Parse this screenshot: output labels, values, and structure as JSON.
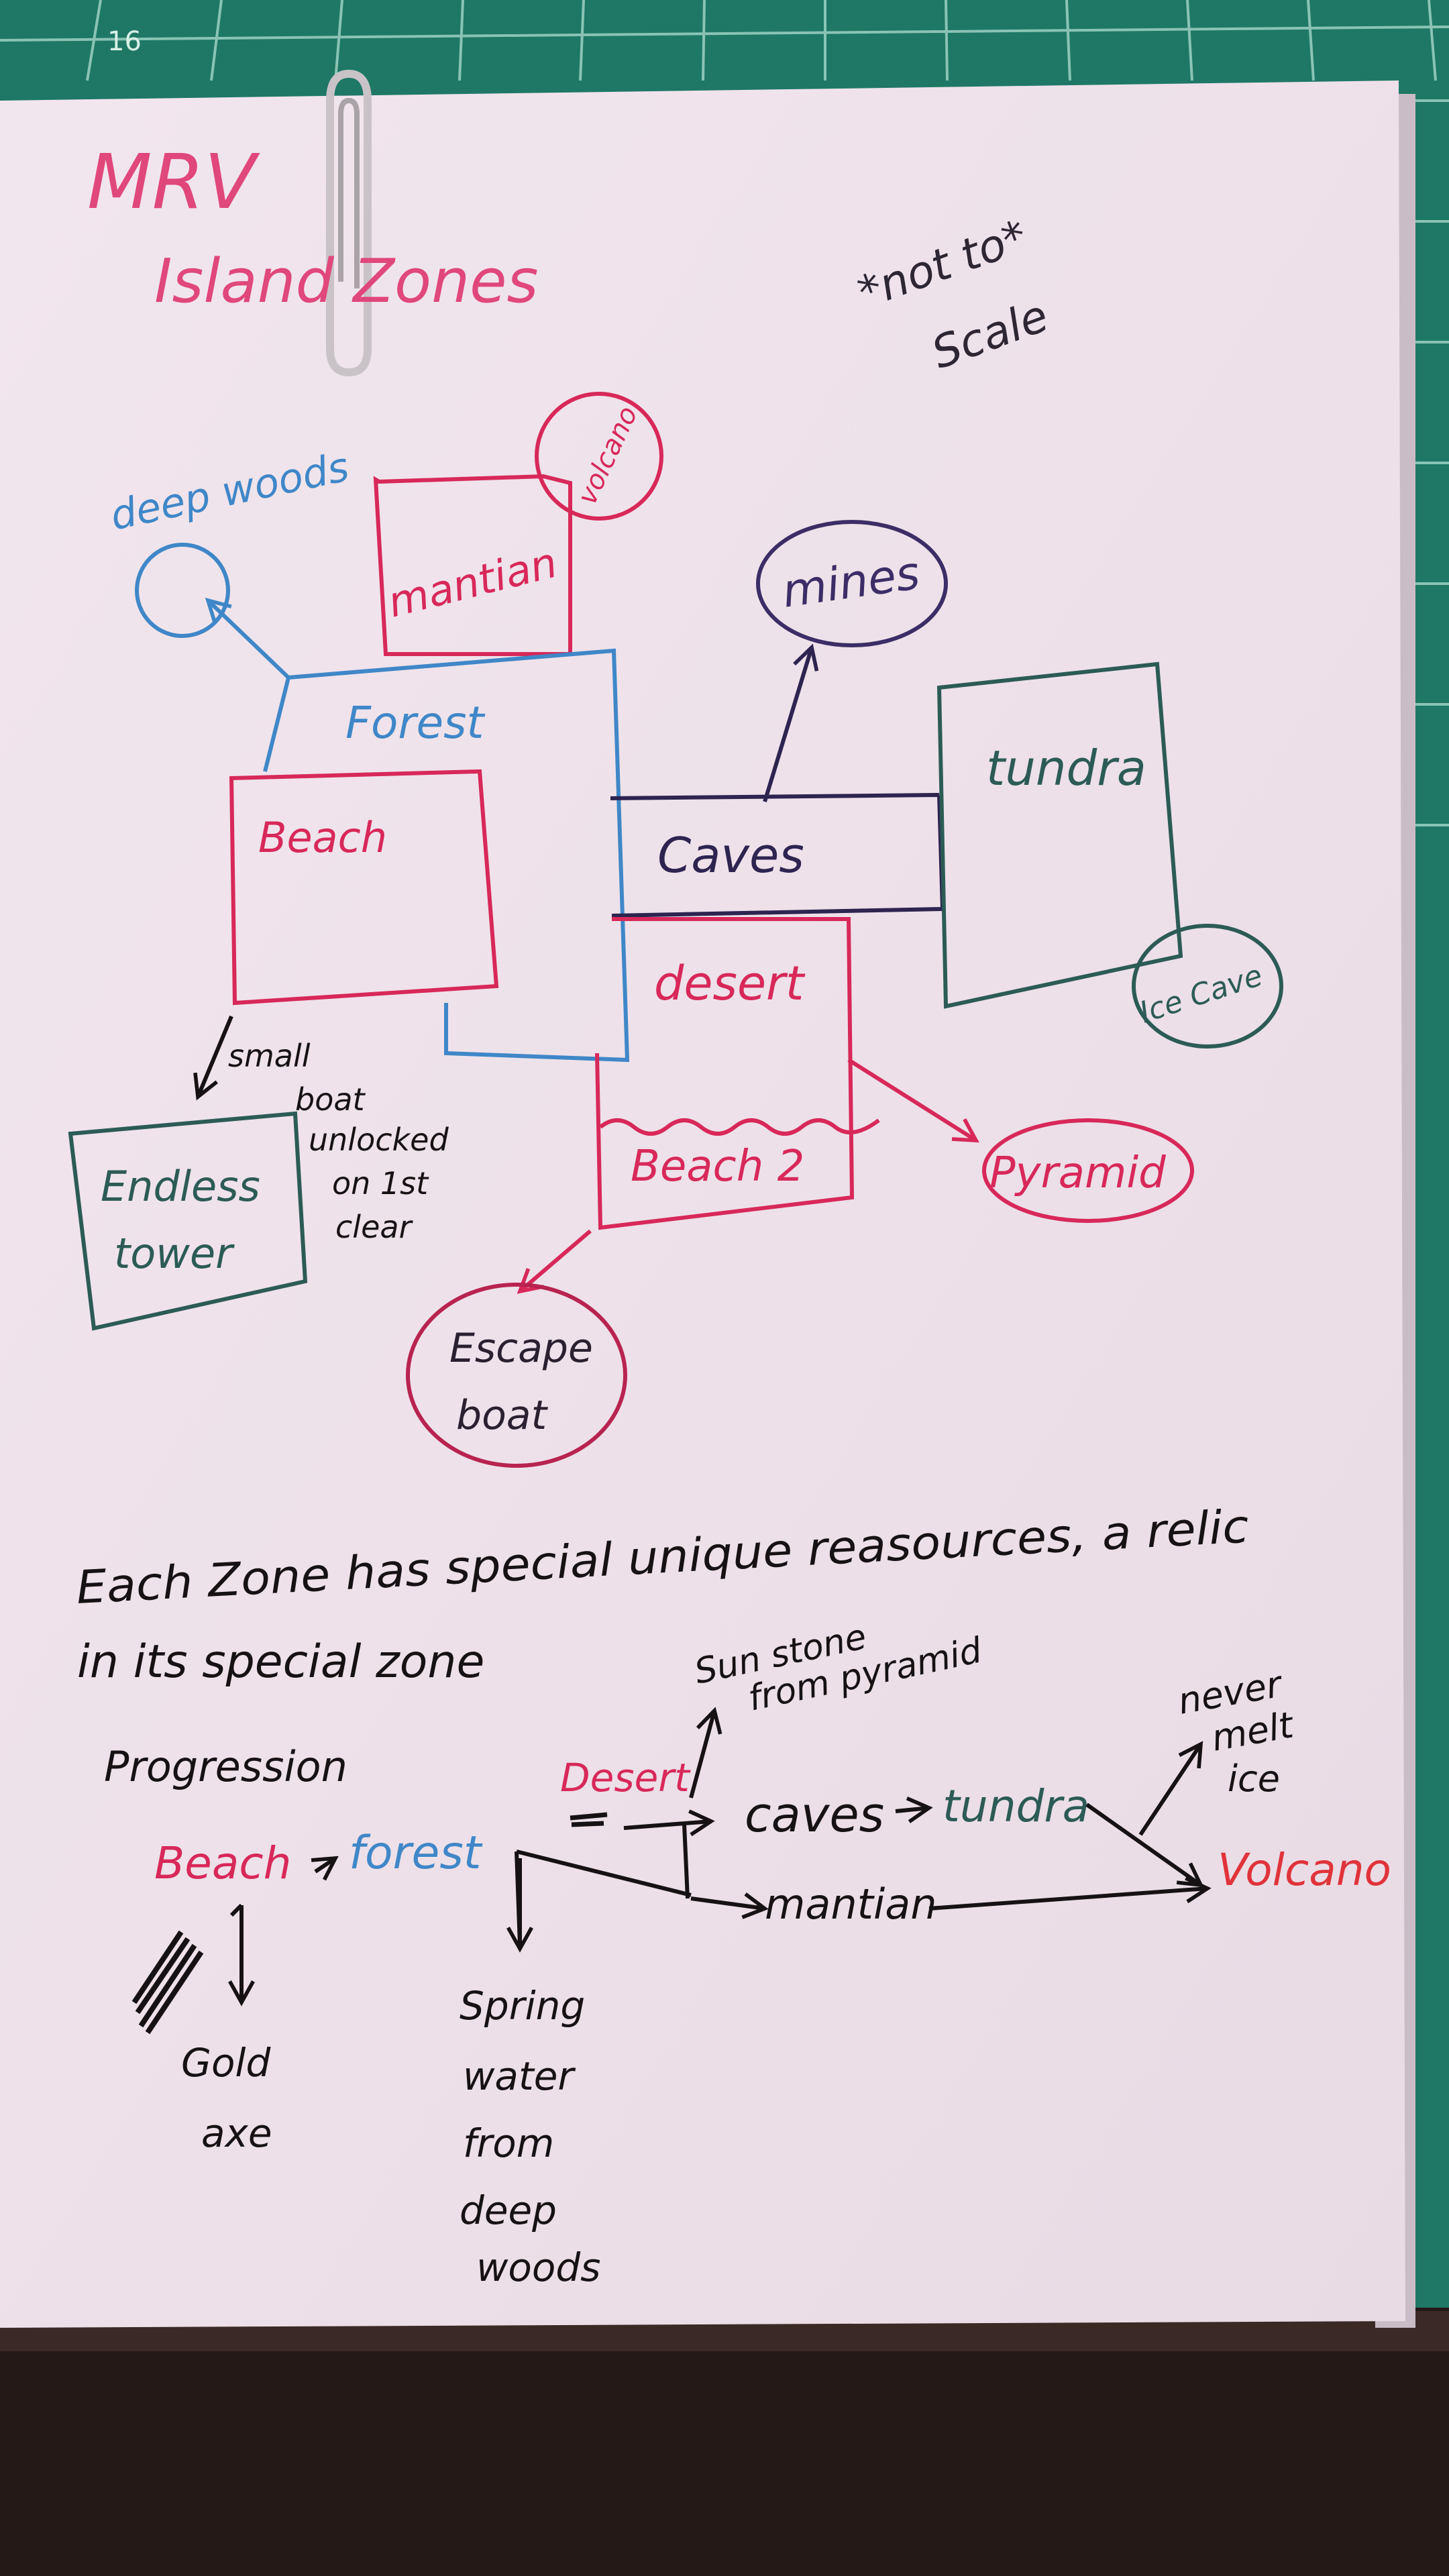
{
  "colors": {
    "pink": "#d8285a",
    "blue": "#3f87c8",
    "navy": "#2d2450",
    "teal": "#2c5b55",
    "black": "#161214",
    "paper": "#efe3ea",
    "mat": "#1f7a68"
  },
  "mat": {
    "number": "16"
  },
  "title": {
    "line1": "MRV",
    "line2": "Island Zones"
  },
  "note": {
    "line1": "*not to*",
    "line2": "Scale"
  },
  "map": {
    "deep_woods": "deep woods",
    "mantian": "mantian",
    "volcano": "volcano",
    "mines": "mines",
    "forest": "Forest",
    "beach": "Beach",
    "caves": "Caves",
    "tundra": "tundra",
    "ice_cave": "Ice Cave",
    "desert": "desert",
    "beach2": "Beach 2",
    "pyramid": "Pyramid",
    "escape_boat": [
      "Escape",
      "boat"
    ],
    "endless_tower": [
      "Endless",
      "tower"
    ],
    "small_boat_note": [
      "small",
      "boat",
      "unlocked",
      "on 1st",
      "clear"
    ]
  },
  "description": {
    "line1": "Each Zone has special unique reasources, a relic",
    "line2": "in its special zone"
  },
  "progression": {
    "heading": "Progression",
    "beach": "Beach",
    "forest": "forest",
    "desert": "Desert",
    "caves": "caves",
    "tundra": "tundra",
    "mantian": "mantian",
    "volcano": "Volcano",
    "sun_stone": [
      "Sun stone",
      "from pyramid"
    ],
    "never_melt_ice": [
      "never",
      "melt",
      "ice"
    ],
    "gold_axe": [
      "Gold",
      "axe"
    ],
    "spring_water": [
      "Spring",
      "water",
      "from",
      "deep",
      "woods"
    ]
  }
}
